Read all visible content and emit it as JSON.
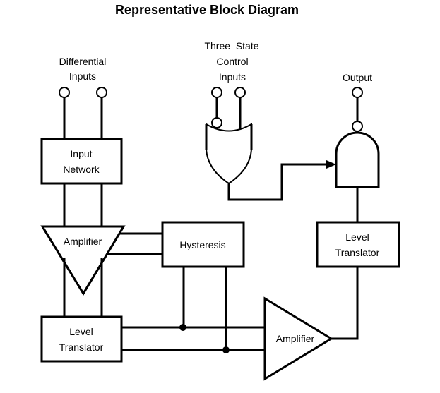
{
  "title": "Representative Block Diagram",
  "labels": {
    "differential_inputs": [
      "Differential",
      "Inputs"
    ],
    "three_state_inputs": [
      "Three–State",
      "Control",
      "Inputs"
    ],
    "output": "Output"
  },
  "blocks": {
    "input_network": [
      "Input",
      "Network"
    ],
    "amplifier_top": "Amplifier",
    "hysteresis": "Hysteresis",
    "level_translator_bottom": [
      "Level",
      "Translator"
    ],
    "amplifier_bottom": "Amplifier",
    "level_translator_right": [
      "Level",
      "Translator"
    ]
  },
  "colors": {
    "stroke": "#000000",
    "background": "#ffffff"
  }
}
